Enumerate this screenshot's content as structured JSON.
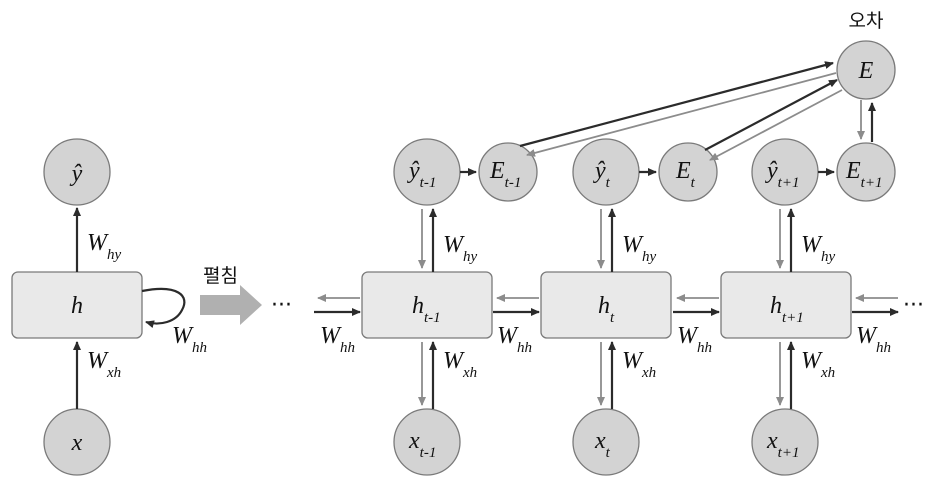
{
  "folded": {
    "output": "ŷ",
    "hidden": "h",
    "input": "x",
    "w_out": {
      "main": "W",
      "sub": "hy"
    },
    "w_rec": {
      "main": "W",
      "sub": "hh"
    },
    "w_in": {
      "main": "W",
      "sub": "xh"
    }
  },
  "unfold_label": "펼침",
  "error_label": "오차",
  "total_error": "E",
  "ellipsis": "···",
  "steps": [
    {
      "h": "h",
      "h_sub": "t-1",
      "x": "x",
      "x_sub": "t-1",
      "y": "ŷ",
      "y_sub": "t-1",
      "e": "E",
      "e_sub": "t-1",
      "w_out": {
        "main": "W",
        "sub": "hy"
      },
      "w_in": {
        "main": "W",
        "sub": "xh"
      },
      "w_rec": {
        "main": "W",
        "sub": "hh"
      }
    },
    {
      "h": "h",
      "h_sub": "t",
      "x": "x",
      "x_sub": "t",
      "y": "ŷ",
      "y_sub": "t",
      "e": "E",
      "e_sub": "t",
      "w_out": {
        "main": "W",
        "sub": "hy"
      },
      "w_in": {
        "main": "W",
        "sub": "xh"
      },
      "w_rec": {
        "main": "W",
        "sub": "hh"
      }
    },
    {
      "h": "h",
      "h_sub": "t+1",
      "x": "x",
      "x_sub": "t+1",
      "y": "ŷ",
      "y_sub": "t+1",
      "e": "E",
      "e_sub": "t+1",
      "w_out": {
        "main": "W",
        "sub": "hy"
      },
      "w_in": {
        "main": "W",
        "sub": "xh"
      },
      "w_rec": {
        "main": "W",
        "sub": "hh"
      }
    }
  ],
  "w_rec_left": {
    "main": "W",
    "sub": "hh"
  },
  "colors": {
    "node_fill": "#d3d3d3",
    "box_fill": "#e9e9e9",
    "forward_arrow": "#2b2b2b",
    "backward_arrow": "#8c8c8c",
    "unfold_arrow": "#b0b0b0"
  }
}
